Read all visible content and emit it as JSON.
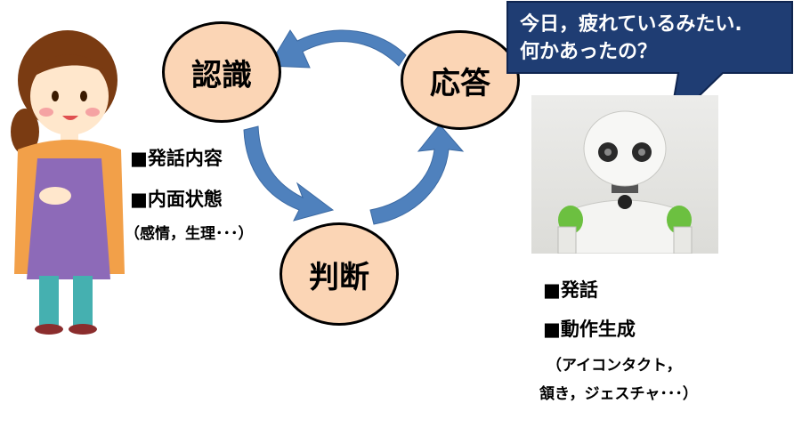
{
  "cycle": {
    "nodes": {
      "recognition": "認識",
      "response": "応答",
      "judgment": "判断"
    }
  },
  "human": {
    "items": [
      "■発話内容",
      "■内面状態",
      "（感情，生理･･･）"
    ]
  },
  "robot": {
    "speech": [
      "今日，疲れているみたい.",
      "何かあったの？"
    ],
    "items": [
      "■発話",
      "■動作生成",
      "（アイコンタクト，",
      "頷き，ジェスチャ･･･）"
    ]
  },
  "colors": {
    "node_fill": "#fbd5b5",
    "arrow": "#4f81bd",
    "bubble": "#1f3d73"
  }
}
